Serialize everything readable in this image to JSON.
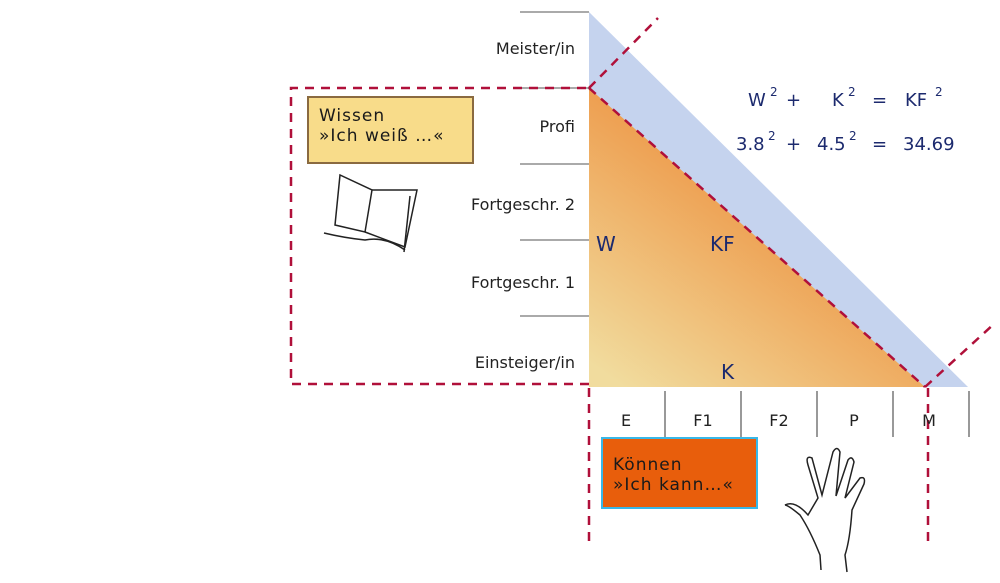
{
  "levels": [
    "Meister/in",
    "Profi",
    "Fortgeschr. 2",
    "Fortgeschr. 1",
    "Einsteiger/in"
  ],
  "columns": [
    "E",
    "F1",
    "F2",
    "P",
    "M"
  ],
  "variables": {
    "w": "W",
    "kf": "KF",
    "k": "K"
  },
  "formula": {
    "line1": {
      "a": "W",
      "plus": "+",
      "b": "K",
      "eq": "=",
      "c": "KF",
      "exp": "2"
    },
    "line2": {
      "a": "3.8",
      "plus": "+",
      "b": "4.5",
      "eq": "=",
      "c": "34.69",
      "exp": "2"
    }
  },
  "wissen": {
    "title": "Wissen",
    "subtitle": "»Ich weiß …«"
  },
  "koennen": {
    "title": "Können",
    "subtitle": "»Ich kann…«"
  },
  "colors": {
    "blue": "#c5d3ee",
    "orange": "#e8600f",
    "pale": "#f0d99a",
    "dash": "#b0103a",
    "navy": "#1c2a6e",
    "wissen_fill": "#f8dc8a",
    "koennen_fill": "#e85e0c",
    "koennen_border": "#38b8e8"
  }
}
